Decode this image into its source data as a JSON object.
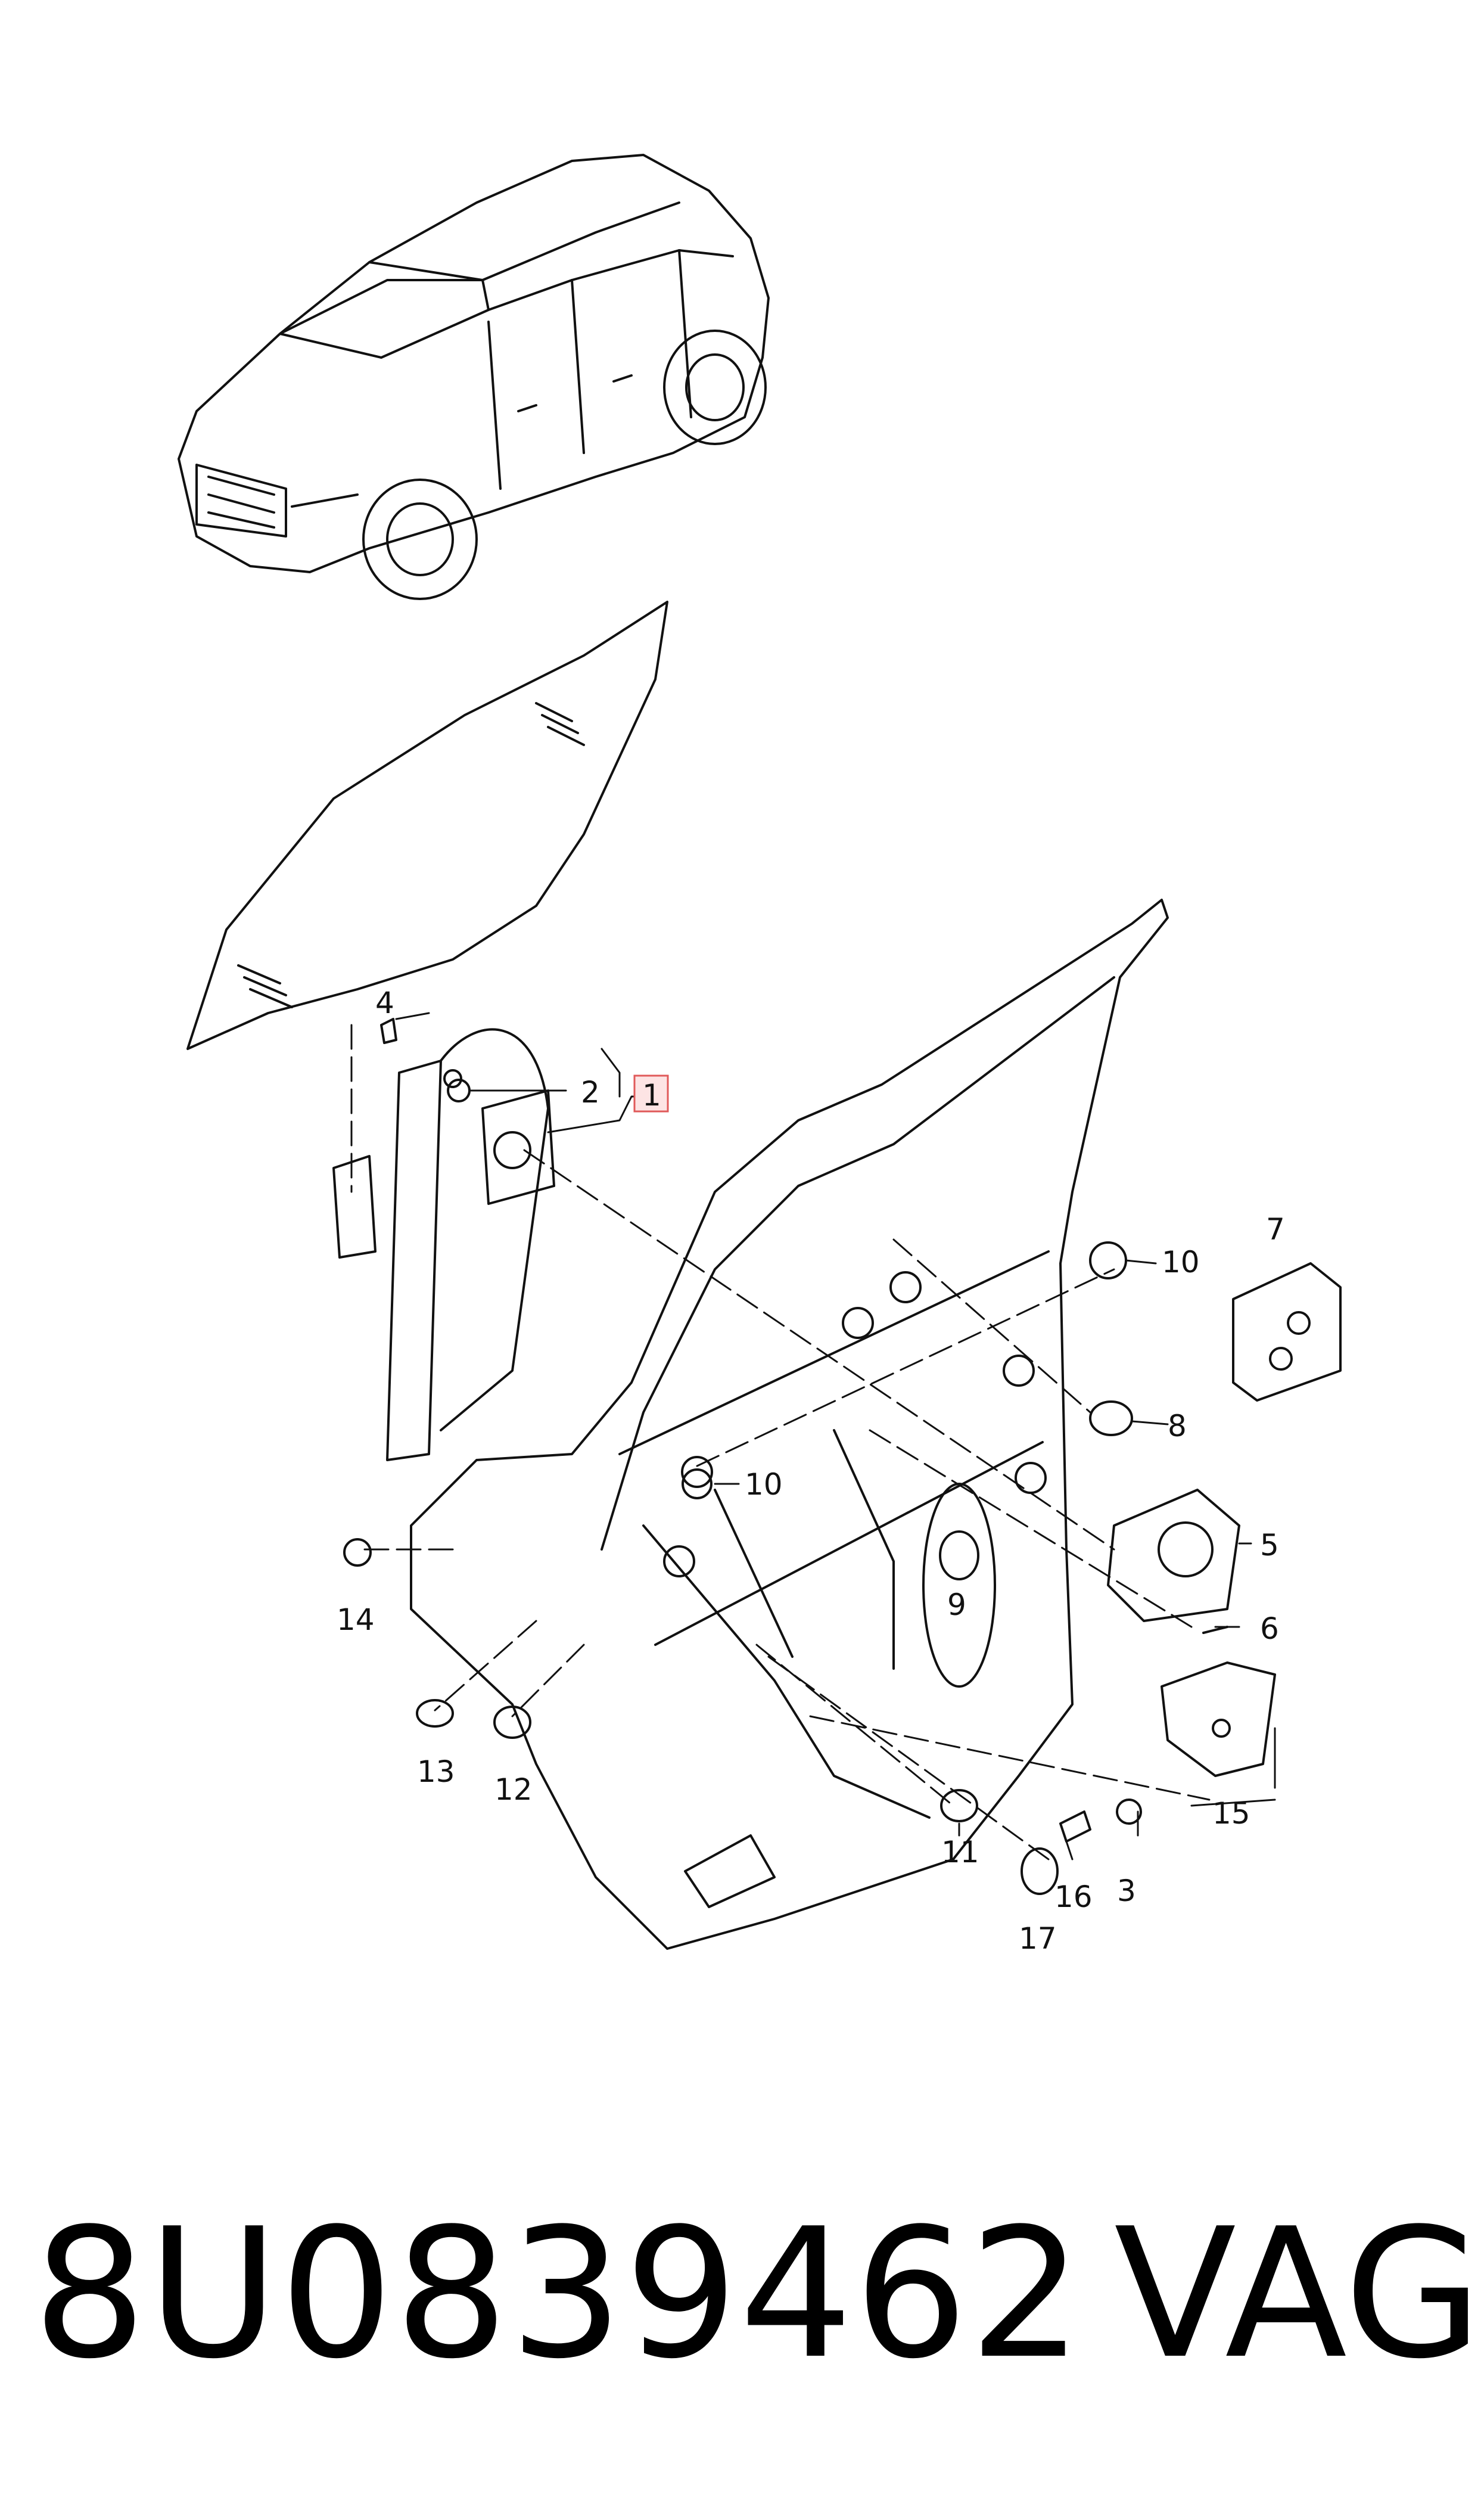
{
  "diagram": {
    "callouts": [
      "1",
      "2",
      "3",
      "4",
      "5",
      "6",
      "7",
      "8",
      "9",
      "10",
      "10",
      "11",
      "12",
      "13",
      "14",
      "15",
      "16",
      "17"
    ]
  },
  "footer": {
    "part_number": "8U0839462",
    "brand": "VAG"
  },
  "colors": {
    "line": "#111111",
    "highlight_box": "#e05a5a",
    "highlight_fill": "#fde4e4"
  }
}
